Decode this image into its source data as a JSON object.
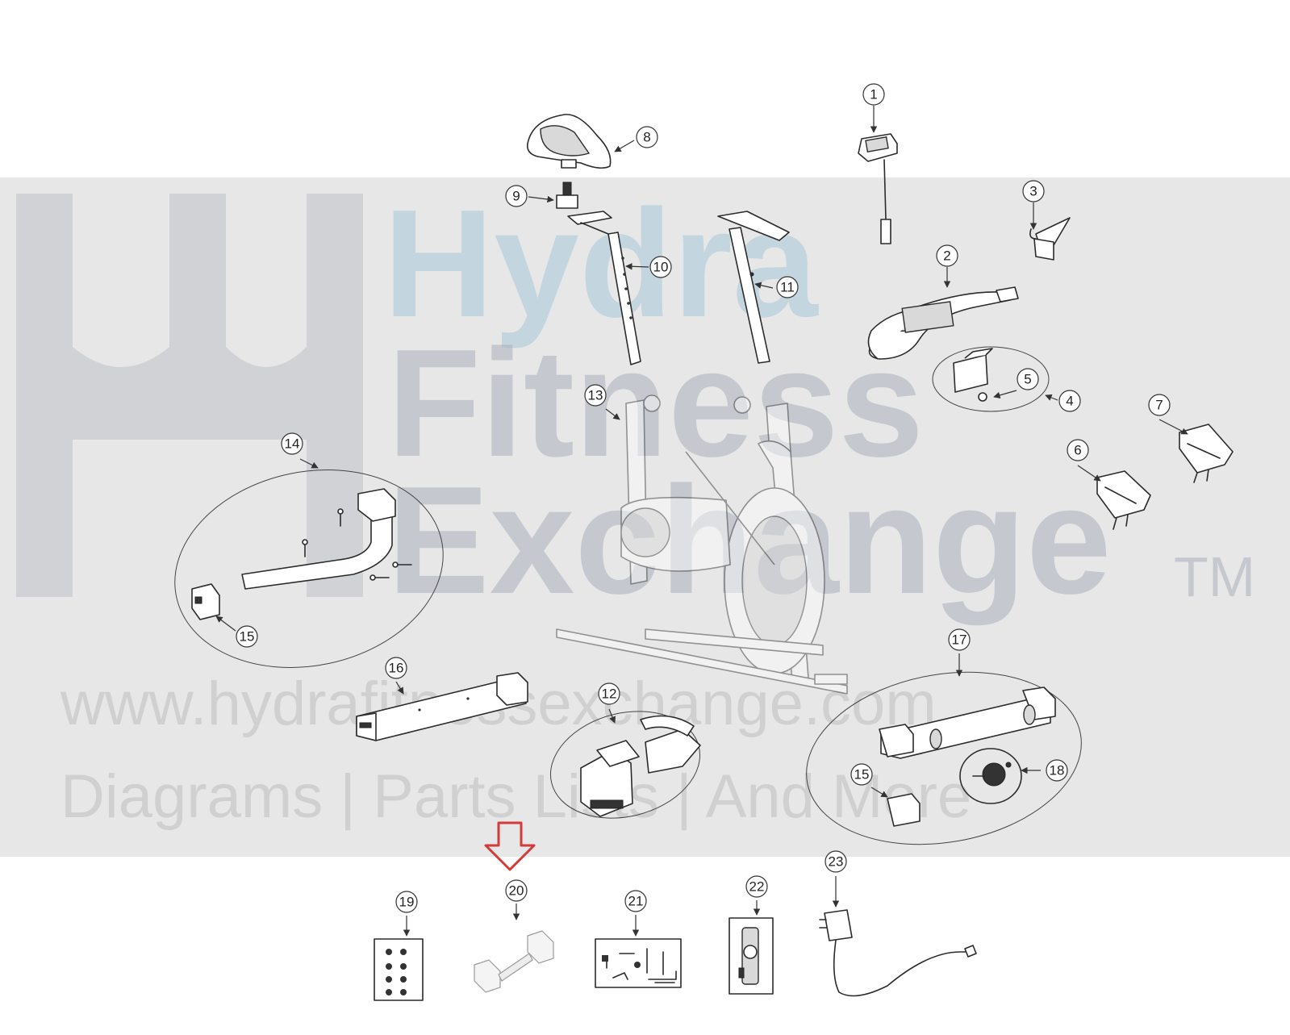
{
  "watermark": {
    "brand_line1": "Hydra",
    "brand_line2": "Fitness",
    "brand_line3": "Exchange",
    "trademark": "TM",
    "url": "www.hydrafitnessexchange.com",
    "tagline": "Diagrams | Parts Lists | And More"
  },
  "callouts": [
    {
      "id": "1"
    },
    {
      "id": "2"
    },
    {
      "id": "3"
    },
    {
      "id": "4"
    },
    {
      "id": "5"
    },
    {
      "id": "6"
    },
    {
      "id": "7"
    },
    {
      "id": "8"
    },
    {
      "id": "9"
    },
    {
      "id": "10"
    },
    {
      "id": "11"
    },
    {
      "id": "12"
    },
    {
      "id": "13"
    },
    {
      "id": "14"
    },
    {
      "id": "15"
    },
    {
      "id": "15"
    },
    {
      "id": "16"
    },
    {
      "id": "17"
    },
    {
      "id": "18"
    },
    {
      "id": "19"
    },
    {
      "id": "20"
    },
    {
      "id": "21"
    },
    {
      "id": "22"
    },
    {
      "id": "23"
    }
  ],
  "colors": {
    "highlight_arrow": "#d33a3a",
    "line": "#2b2b2b",
    "watermark_band": "#e3e3e3"
  },
  "highlighted_part": "20"
}
